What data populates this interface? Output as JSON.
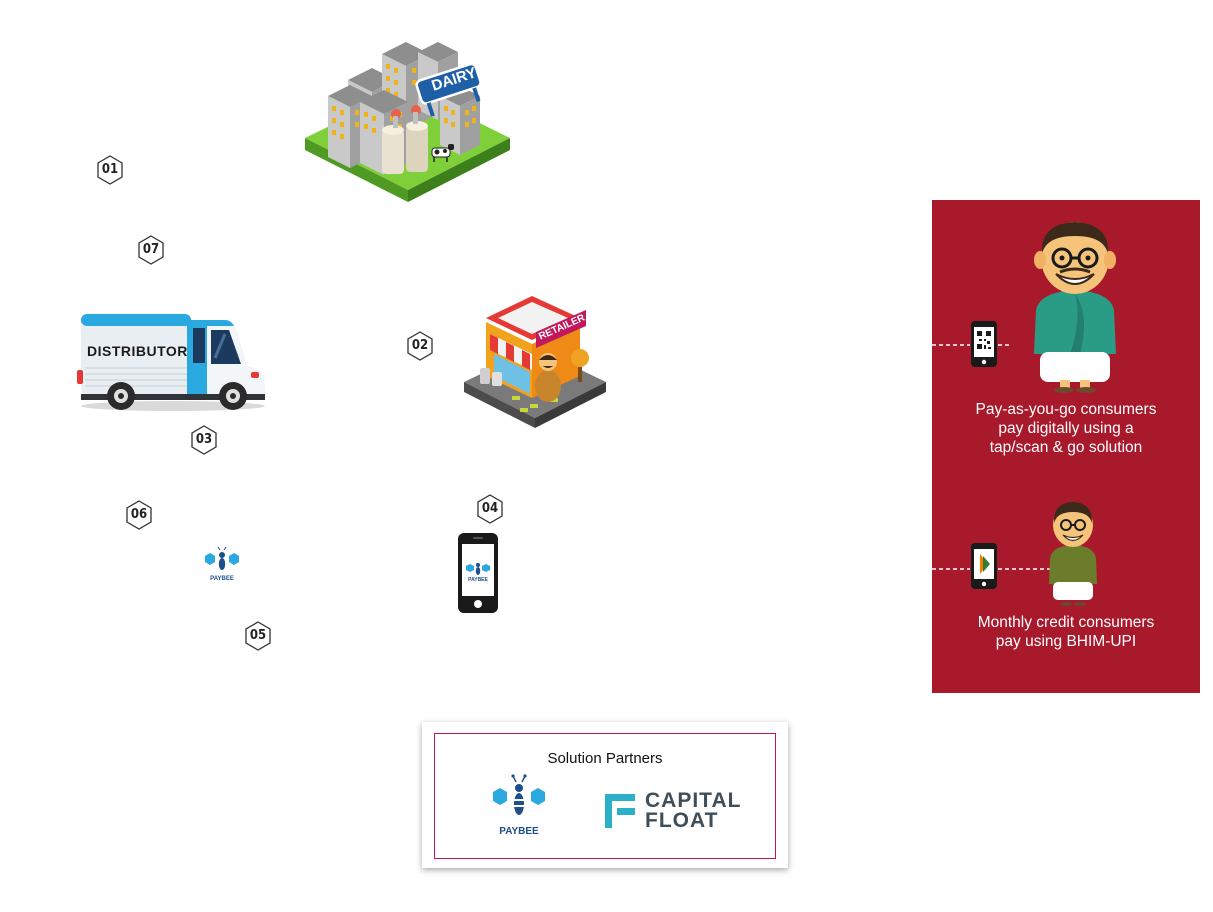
{
  "steps": [
    "01",
    "02",
    "03",
    "04",
    "05",
    "06",
    "07"
  ],
  "illustrations": {
    "dairy_sign": "DAIRY",
    "retailer_sign": "RETAILER",
    "truck_label": "DISTRIBUTOR"
  },
  "consumers_panel": {
    "background": "#a8192c",
    "pay_as_you_go": [
      "Pay-as-you-go consumers",
      "pay digitally using a",
      "tap/scan & go solution"
    ],
    "monthly_credit": [
      "Monthly credit consumers",
      "pay using BHIM-UPI"
    ]
  },
  "partners": {
    "title": "Solution Partners",
    "paybee_name": "PAYBEE",
    "capital_float": [
      "CAPITAL",
      "FLOAT"
    ]
  },
  "icons": {
    "paybee_logo": "paybee-logo-icon",
    "phone": "phone-icon",
    "qr": "qr-code-icon",
    "bhim": "bhim-upi-icon"
  }
}
